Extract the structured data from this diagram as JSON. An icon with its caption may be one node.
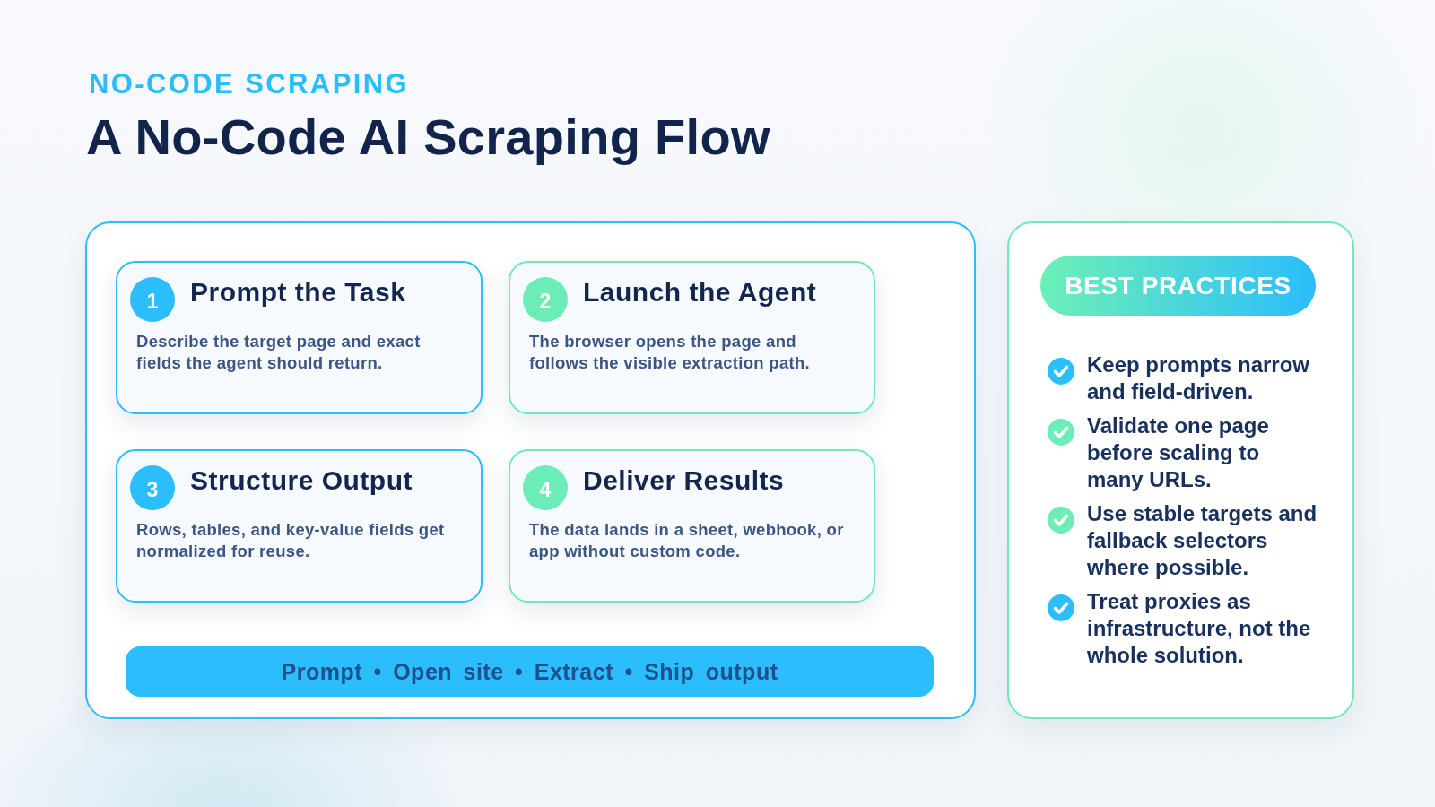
{
  "diagram": {
    "title": "A No-Code AI Scraping Flow",
    "nodes": [
      {
        "text": [],
        "shape": "box"
      },
      {
        "text": [
          "Prompt the Task",
          "Describe the target page and exact fields the agent should return."
        ],
        "in": 0
      },
      {
        "text": [
          "1"
        ],
        "in": 1
      },
      {
        "text": [
          "Launch the Agent",
          "The browser opens the page and follows the visible extraction path."
        ],
        "in": 0
      },
      {
        "text": [
          "2"
        ],
        "in": 3
      },
      {
        "text": [
          "Structure Output",
          "Rows, tables, and key-value fields get normalized for reuse."
        ],
        "in": 0
      },
      {
        "text": [
          "3"
        ],
        "in": 5
      },
      {
        "text": [
          "Deliver Results",
          "The data lands in a sheet, webhook, or app without custom code."
        ],
        "in": 0
      },
      {
        "text": [
          "4"
        ],
        "in": 7
      },
      {
        "text": [
          "Prompt • Open site • Extract • Ship output"
        ],
        "in": 0
      },
      {
        "text": [
          "Keep prompts narrow and field-driven.",
          "Validate one page before scaling to many URLs.",
          "Use stable targets and fallback selectors where possible.",
          "Treat proxies as infrastructure, not the whole solution."
        ]
      },
      {
        "text": [
          "BEST PRACTICES"
        ],
        "in": 10
      }
    ],
    "labels": [
      "NO-CODE SCRAPING"
    ]
  }
}
